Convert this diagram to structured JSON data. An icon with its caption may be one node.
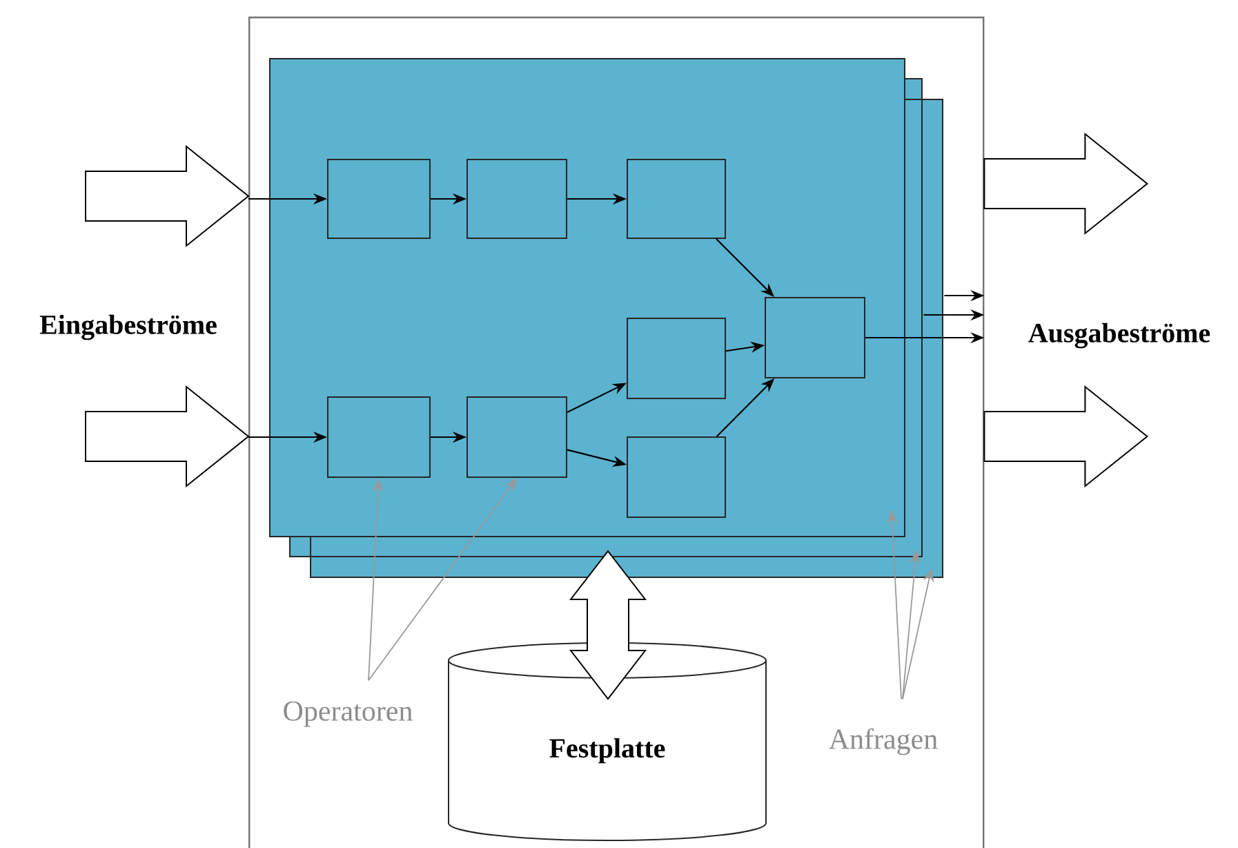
{
  "diagram": {
    "nodes": [
      {
        "text": [],
        "shape": "box"
      },
      {
        "text": [],
        "shape": "box",
        "in": 0
      },
      {
        "text": [],
        "shape": "box",
        "in": 1
      },
      {
        "text": [],
        "shape": "box",
        "in": 1
      },
      {
        "text": [],
        "shape": "box",
        "in": 1
      },
      {
        "text": [],
        "shape": "box",
        "in": 1
      },
      {
        "text": [],
        "shape": "box",
        "in": 1
      },
      {
        "text": [],
        "shape": "box",
        "in": 1
      },
      {
        "text": [],
        "shape": "box",
        "in": 1
      },
      {
        "text": [],
        "shape": "box",
        "in": 1
      },
      {
        "text": [
          "Festplatte"
        ],
        "in": 0
      },
      {
        "text": [
          "Operatoren"
        ],
        "in": 0
      },
      {
        "text": [
          "Anfragen"
        ],
        "in": 0
      }
    ],
    "edges": [
      {
        "from": null,
        "to": 0,
        "arrow": "to",
        "style": "thick"
      },
      {
        "from": null,
        "to": 0,
        "arrow": "to",
        "style": "thick"
      },
      {
        "from": 0,
        "to": null,
        "arrow": "to",
        "style": "thick"
      },
      {
        "from": 0,
        "to": null,
        "arrow": "to",
        "style": "thick"
      },
      {
        "from": null,
        "to": 2,
        "arrow": "to"
      },
      {
        "from": null,
        "to": 7,
        "arrow": "to"
      },
      {
        "from": 2,
        "to": 3,
        "arrow": "to"
      },
      {
        "from": 3,
        "to": 4,
        "arrow": "to"
      },
      {
        "from": 4,
        "to": 5,
        "arrow": "to"
      },
      {
        "from": 6,
        "to": 5,
        "arrow": "to"
      },
      {
        "from": 9,
        "to": 5,
        "arrow": "to"
      },
      {
        "from": 7,
        "to": 8,
        "arrow": "to"
      },
      {
        "from": 8,
        "to": 6,
        "arrow": "to"
      },
      {
        "from": 8,
        "to": 9,
        "arrow": "to"
      },
      {
        "from": 5,
        "to": 0,
        "arrow": "to"
      },
      {
        "from": null,
        "to": 0,
        "arrow": "to"
      },
      {
        "from": null,
        "to": 0,
        "arrow": "to"
      },
      {
        "from": 1,
        "to": 10,
        "arrow": "both",
        "style": "thick"
      },
      {
        "from": 11,
        "to": 7,
        "arrow": "to",
        "color": "#999999"
      },
      {
        "from": 11,
        "to": 8,
        "arrow": "to",
        "color": "#999999"
      },
      {
        "from": 12,
        "to": 1,
        "arrow": "to",
        "color": "#999999"
      },
      {
        "from": 12,
        "to": null,
        "arrow": "to",
        "color": "#999999"
      },
      {
        "from": 12,
        "to": null,
        "arrow": "to",
        "color": "#999999"
      }
    ],
    "labels": [
      "Eingabeströme",
      "Ausgabeströme"
    ]
  }
}
